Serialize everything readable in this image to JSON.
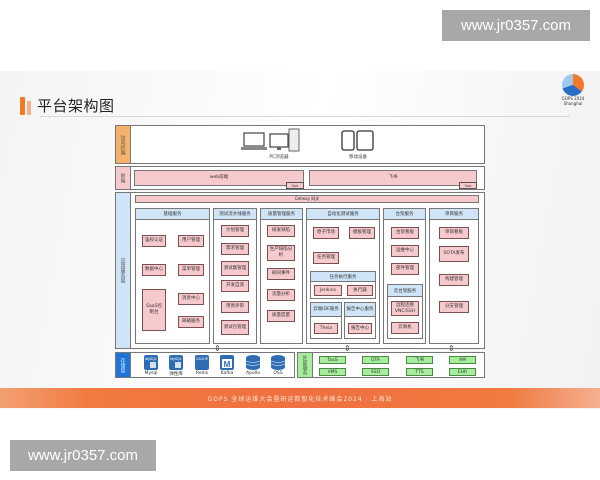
{
  "watermarks": {
    "top": "www.jr0357.com",
    "bottom": "www.jr0357.com"
  },
  "slide": {
    "title": "平台架构图",
    "logo": {
      "line1": "GOPS 2024",
      "line2": "Shanghai"
    },
    "footer": "GOPS 全球运维大会暨研运数智化技术峰会2024 · 上海站"
  },
  "layers": {
    "access": {
      "label": "访问终端",
      "label_color": "#f5b26b",
      "devices": [
        {
          "name": "PC浏览器",
          "icon": "pc-icon"
        },
        {
          "name": "移动设备",
          "icon": "mobile-icon"
        }
      ]
    },
    "frontend": {
      "label": "前端",
      "label_color": "#f6c9cc",
      "apps": [
        {
          "name": "web前端",
          "tag": "Vue"
        },
        {
          "name": "飞书",
          "tag": "Vue"
        }
      ]
    },
    "app_services": {
      "label": "应用服务层",
      "label_color": "#cfe4f7",
      "gateway": "Getway 网关",
      "columns": [
        {
          "title": "基础服务",
          "items": [
            "鉴权认证",
            "用户管理",
            "数据中心",
            "菜单管理",
            "SaaS控制台",
            "消息中心",
            "邮箱服务"
          ]
        },
        {
          "title": "测试流水线服务",
          "items": [
            "计划管理",
            "需求管理",
            "测试集管理",
            "开发自测",
            "用例评审",
            "测试包管理"
          ]
        },
        {
          "title": "质量管理服务",
          "items": [
            "研发缺陷",
            "生产缺陷分析",
            "刷间事件",
            "流量分析",
            "质量度量"
          ]
        },
        {
          "title": "自动化测试服务",
          "items": [
            "原子市场",
            "模板管理",
            "任务管理"
          ],
          "sub_groups": [
            {
              "title": "任务执行服务",
              "items": [
                "Jenkins",
                "执行器"
              ]
            },
            {
              "title": "云端IDE服务",
              "items": [
                "Theia"
              ]
            },
            {
              "title": "报告中心服务",
              "items": [
                "报告中心"
              ]
            }
          ]
        },
        {
          "title": "台架服务",
          "items": [
            "台架看板",
            "运维中心",
            "部件管理"
          ],
          "sub_groups": [
            {
              "title": "云台架服务",
              "items": [
                "远程连接VNC/SSH",
                "云真机"
              ]
            }
          ]
        },
        {
          "title": "项目服务",
          "items": [
            "项目看板",
            "SOTA发布",
            "构建管理",
            "分支管理"
          ]
        }
      ]
    },
    "storage": {
      "label": "存储层",
      "label_color": "#1f74d6",
      "items": [
        {
          "name": "Mysql",
          "icon": "mysql-icon",
          "badge": "MySQL"
        },
        {
          "name": "弹性库",
          "icon": "mysql-icon",
          "badge": "MySQL"
        },
        {
          "name": "Redis",
          "icon": "cache-icon",
          "badge": "CACHE"
        },
        {
          "name": "Kafka",
          "icon": "kafka-icon",
          "badge": "M"
        },
        {
          "name": "Apollo",
          "icon": "database-icon",
          "badge": ""
        },
        {
          "name": "OSS",
          "icon": "database-icon",
          "badge": ""
        }
      ]
    },
    "external": {
      "label": "外部服务",
      "label_color": "#a6ee9e",
      "items": [
        "TaaS",
        "OTA",
        "飞书",
        "AM",
        "VMS",
        "SSO",
        "TTS",
        "EHR"
      ]
    }
  },
  "colors": {
    "pink": "#f6c9cc",
    "light_blue": "#cfe4f7",
    "storage_blue": "#1f74d6",
    "green": "#a6ee9e",
    "orange_label": "#f5b26b",
    "footer_orange": "#f07a40"
  }
}
